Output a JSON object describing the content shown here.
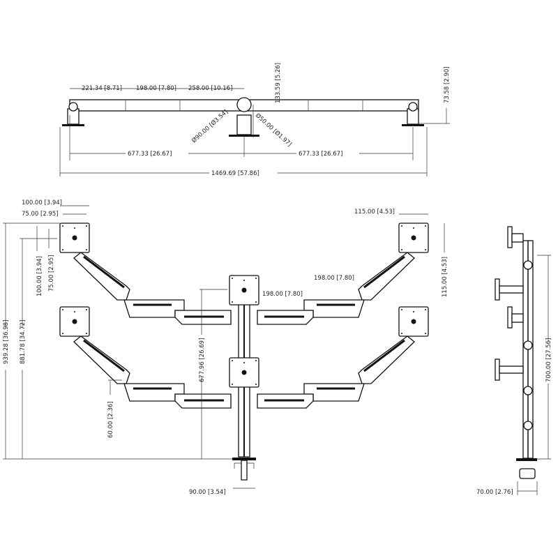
{
  "top_view": {
    "dims": [
      "221.34 [8.71]",
      "198.00 [7.80]",
      "258.00 [10.16]",
      "133.59 [5.26]",
      "73.58 [2.90]",
      "Ø90.00 [Ø3.54]",
      "Ø50.00 [Ø1.97]",
      "677.33 [26.67]",
      "677.33 [26.67]",
      "1469.69 [57.86]"
    ]
  },
  "front_view": {
    "dims": [
      "100.00 [3.94]",
      "75.00 [2.95]",
      "100.00 [3.94]",
      "75.00 [2.95]",
      "939.28 [36.98]",
      "881.78 [34.72]",
      "60.00 [2.36]",
      "677.96 [26.69]",
      "198.00 [7.80]",
      "115.00 [4.53]",
      "115.00 [4.53]",
      "198.00 [7.80]",
      "90.00 [3.54]"
    ]
  },
  "side_view": {
    "dims": [
      "700.00 [27.56]",
      "70.00 [2.76]"
    ]
  }
}
